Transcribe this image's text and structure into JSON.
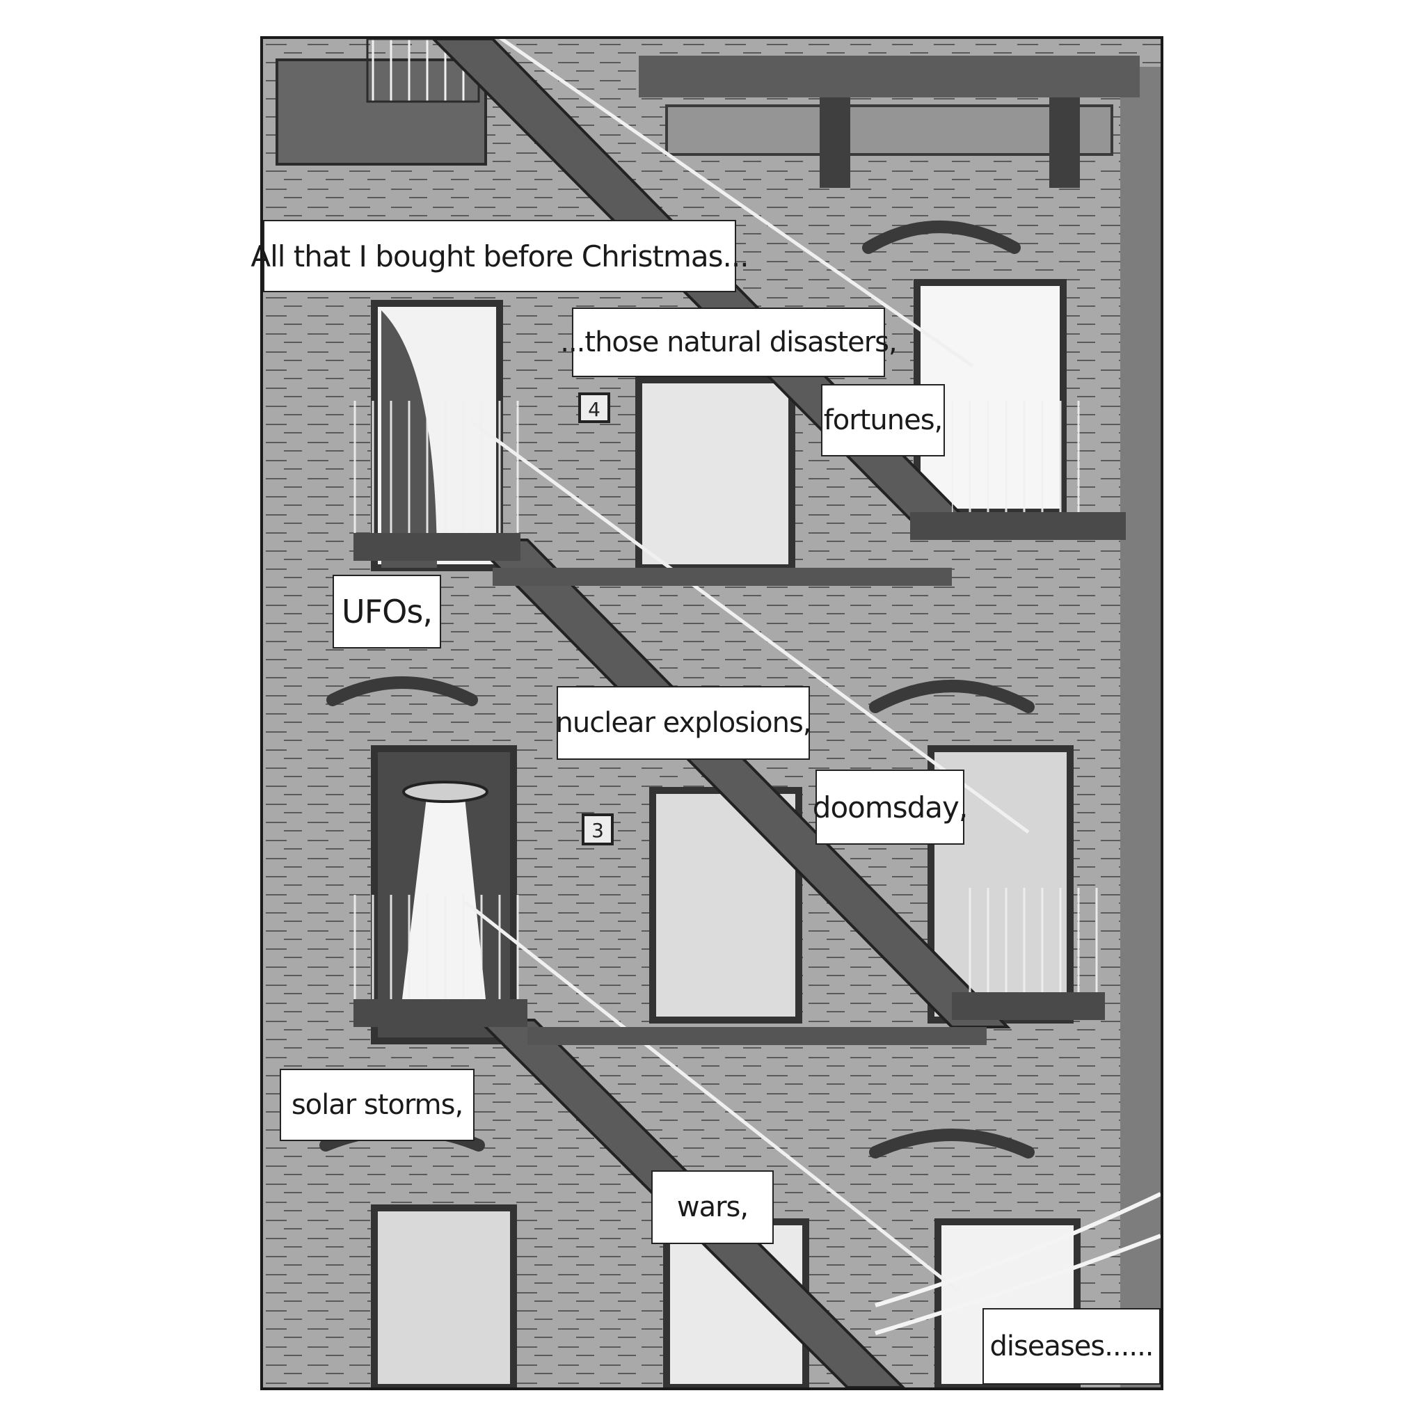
{
  "captions": [
    "All that I bought before Christmas...",
    "...those natural disasters,",
    "fortunes,",
    "UFOs,",
    "nuclear explosions,",
    "doomsday,",
    "solar storms,",
    "wars,",
    "diseases......"
  ],
  "door_numbers": [
    "4",
    "3"
  ],
  "colors": {
    "wall": "#a9a9a9",
    "ink": "#2b2b2b",
    "dark": "#4a4a4a",
    "light": "#f2f2f2",
    "caption_bg": "#ffffff"
  }
}
